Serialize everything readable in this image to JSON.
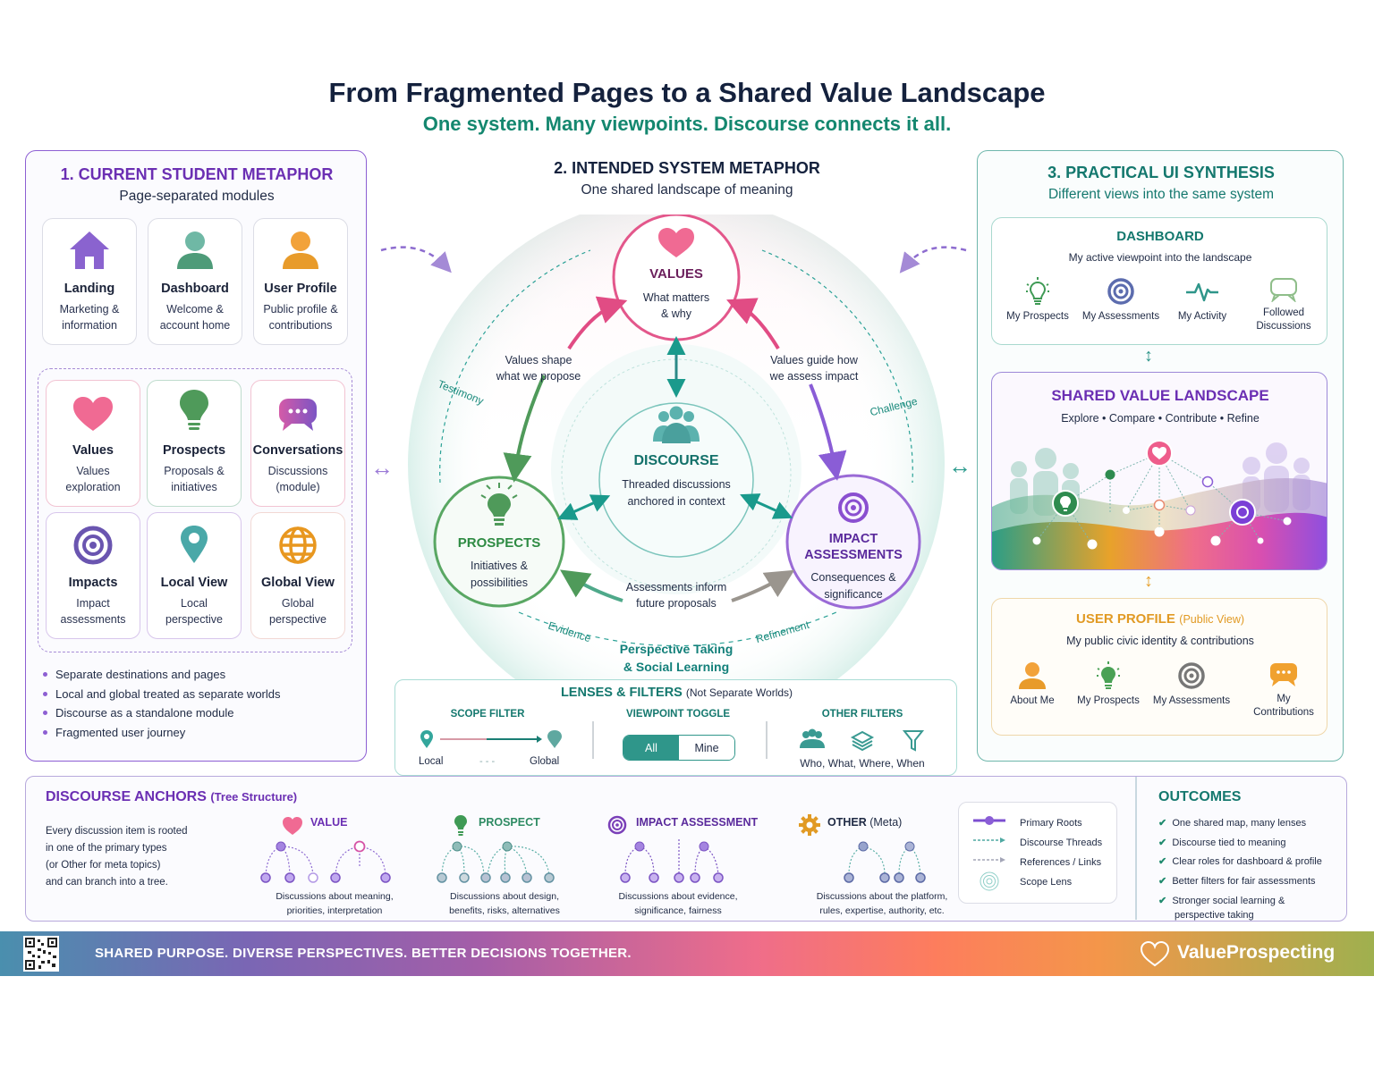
{
  "header": {
    "title": "From Fragmented Pages to a Shared Value Landscape",
    "subtitle": "One system. Many viewpoints. Discourse connects it all."
  },
  "section1": {
    "heading": "1. CURRENT STUDENT METAPHOR",
    "subheading": "Page-separated modules",
    "top_cards": [
      {
        "icon": "house-icon",
        "title": "Landing",
        "desc1": "Marketing &",
        "desc2": "information"
      },
      {
        "icon": "person-icon",
        "title": "Dashboard",
        "desc1": "Welcome &",
        "desc2": "account home"
      },
      {
        "icon": "person-icon",
        "title": "User Profile",
        "desc1": "Public profile &",
        "desc2": "contributions"
      }
    ],
    "module_cards": [
      {
        "icon": "heart-icon",
        "title": "Values",
        "desc1": "Values",
        "desc2": "exploration"
      },
      {
        "icon": "lightbulb-icon",
        "title": "Prospects",
        "desc1": "Proposals &",
        "desc2": "initiatives"
      },
      {
        "icon": "chat-bubble-icon",
        "title": "Conversations",
        "desc1": "Discussions",
        "desc2": "(module)"
      },
      {
        "icon": "target-icon",
        "title": "Impacts",
        "desc1": "Impact",
        "desc2": "assessments"
      },
      {
        "icon": "map-pin-icon",
        "title": "Local View",
        "desc1": "Local",
        "desc2": "perspective"
      },
      {
        "icon": "globe-icon",
        "title": "Global View",
        "desc1": "Global",
        "desc2": "perspective"
      }
    ],
    "bullets": [
      "Separate destinations and pages",
      "Local and global treated as separate worlds",
      "Discourse as a standalone module",
      "Fragmented user journey"
    ]
  },
  "section2": {
    "heading": "2. INTENDED SYSTEM METAPHOR",
    "subheading": "One shared landscape of meaning",
    "values": {
      "title": "VALUES",
      "desc1": "What matters",
      "desc2": "& why"
    },
    "discourse": {
      "title": "DISCOURSE",
      "desc1": "Threaded discussions",
      "desc2": "anchored in context"
    },
    "prospects": {
      "title": "PROSPECTS",
      "desc1": "Initiatives &",
      "desc2": "possibilities"
    },
    "impact": {
      "title1": "IMPACT",
      "title2": "ASSESSMENTS",
      "desc1": "Consequences &",
      "desc2": "significance"
    },
    "edge_left_1": "Values shape",
    "edge_left_2": "what we propose",
    "edge_right_1": "Values guide how",
    "edge_right_2": "we assess impact",
    "edge_bottom_1": "Assessments inform",
    "edge_bottom_2": "future proposals",
    "ring_labels": {
      "testimony": "Testimony",
      "challenge": "Challenge",
      "evidence": "Evidence",
      "refinement": "Refinement"
    },
    "ring_bottom_1": "Perspective Taking",
    "ring_bottom_2": "& Social Learning",
    "lenses": {
      "title": "LENSES & FILTERS",
      "title_note": "(Not Separate Worlds)",
      "scope_label": "SCOPE FILTER",
      "scope_left": "Local",
      "scope_right": "Global",
      "viewpoint_label": "VIEWPOINT TOGGLE",
      "toggle_options": [
        "All",
        "Mine"
      ],
      "toggle_selected": "All",
      "other_label": "OTHER FILTERS",
      "other_caption": "Who, What, Where, When"
    }
  },
  "section3": {
    "heading": "3. PRACTICAL UI SYNTHESIS",
    "subheading": "Different views into the same system",
    "dashboard": {
      "title": "DASHBOARD",
      "desc": "My active viewpoint into the landscape",
      "items": [
        {
          "icon": "lightbulb-outline-icon",
          "label1": "My Prospects",
          "label2": ""
        },
        {
          "icon": "target-icon",
          "label1": "My Assessments",
          "label2": ""
        },
        {
          "icon": "pulse-icon",
          "label1": "My Activity",
          "label2": ""
        },
        {
          "icon": "chat-outline-icon",
          "label1": "Followed",
          "label2": "Discussions"
        }
      ]
    },
    "landscape": {
      "title": "SHARED VALUE LANDSCAPE",
      "desc": "Explore • Compare • Contribute • Refine"
    },
    "profile": {
      "title": "USER PROFILE",
      "title_note": "(Public View)",
      "desc": "My public civic identity & contributions",
      "items": [
        {
          "icon": "person-icon",
          "label1": "About Me",
          "label2": ""
        },
        {
          "icon": "lightbulb-icon",
          "label1": "My Prospects",
          "label2": ""
        },
        {
          "icon": "target-icon",
          "label1": "My Assessments",
          "label2": ""
        },
        {
          "icon": "chat-bubble-icon",
          "label1": "My",
          "label2": "Contributions"
        }
      ]
    }
  },
  "anchors": {
    "title": "DISCOURSE ANCHORS",
    "title_note": "(Tree Structure)",
    "intro": [
      "Every discussion item is rooted",
      "in one of the primary types",
      "(or Other for meta topics)",
      "and can branch into a tree."
    ],
    "types": [
      {
        "name": "VALUE",
        "icon": "heart-icon",
        "color": "#6b2fb3",
        "desc1": "Discussions about meaning,",
        "desc2": "priorities, interpretation"
      },
      {
        "name": "PROSPECT",
        "icon": "lightbulb-icon",
        "color": "#2e8b63",
        "desc1": "Discussions about design,",
        "desc2": "benefits, risks, alternatives"
      },
      {
        "name": "IMPACT ASSESSMENT",
        "icon": "target-icon",
        "color": "#6b2fb3",
        "desc1": "Discussions about evidence,",
        "desc2": "significance, fairness"
      },
      {
        "name": "OTHER",
        "name_note": "(Meta)",
        "icon": "gear-icon",
        "color": "#1f2a44",
        "desc1": "Discussions about the platform,",
        "desc2": "rules, expertise, authority, etc."
      }
    ],
    "legend": [
      "Primary Roots",
      "Discourse Threads",
      "References / Links",
      "Scope Lens"
    ]
  },
  "outcomes": {
    "title": "OUTCOMES",
    "items": [
      "One shared map, many lenses",
      "Discourse tied to meaning",
      "Clear roles for dashboard & profile",
      "Better filters for fair assessments",
      "Stronger social learning &",
      "perspective taking"
    ]
  },
  "footer": {
    "slogan": "SHARED PURPOSE. DIVERSE PERSPECTIVES.  BETTER DECISIONS TOGETHER.",
    "brand": "ValueProspecting"
  },
  "colors": {
    "purple": "#6b2fb3",
    "teal": "#14876f",
    "pink": "#e0457b",
    "green": "#3f9a55",
    "orange": "#e9a12c",
    "navy": "#14213d"
  }
}
